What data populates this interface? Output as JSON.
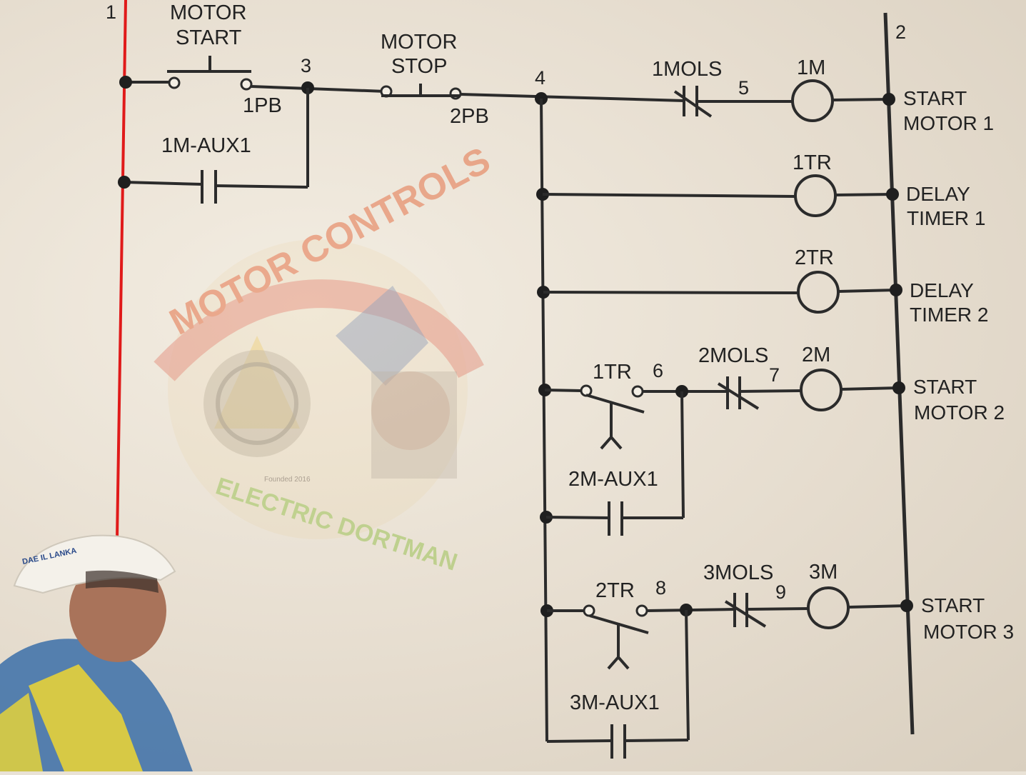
{
  "nodes": {
    "n1": "1",
    "n2": "2",
    "n3": "3",
    "n4": "4",
    "n5": "5",
    "n6": "6",
    "n7": "7",
    "n8": "8",
    "n9": "9"
  },
  "rung1": {
    "start_label_1": "MOTOR",
    "start_label_2": "START",
    "start_tag": "1PB",
    "stop_label_1": "MOTOR",
    "stop_label_2": "STOP",
    "stop_tag": "2PB",
    "ol_tag": "1MOLS",
    "coil_tag": "1M",
    "desc_1": "START",
    "desc_2": "MOTOR 1",
    "aux_tag": "1M-AUX1"
  },
  "rung2": {
    "coil_tag": "1TR",
    "desc_1": "DELAY",
    "desc_2": "TIMER 1"
  },
  "rung3": {
    "coil_tag": "2TR",
    "desc_1": "DELAY",
    "desc_2": "TIMER 2"
  },
  "rung4": {
    "timer_tag": "1TR",
    "ol_tag": "2MOLS",
    "coil_tag": "2M",
    "desc_1": "START",
    "desc_2": "MOTOR 2",
    "aux_tag": "2M-AUX1"
  },
  "rung5": {
    "timer_tag": "2TR",
    "ol_tag": "3MOLS",
    "coil_tag": "3M",
    "desc_1": "START",
    "desc_2": "MOTOR 3",
    "aux_tag": "3M-AUX1"
  },
  "watermark": {
    "arc_text": "MOTOR CONTROLS",
    "bottom_text": "ELECTRIC DORTMAN",
    "founded": "Founded 2016"
  },
  "colors": {
    "left_rail": "#e01a1a",
    "wire": "#2b2b2b",
    "paper": "#e9e2d6",
    "watermark_red": "#d9462e",
    "watermark_yellow": "#e8b830",
    "helmet": "#f4f1ea",
    "vest": "#e5d23a"
  },
  "icons": {
    "worker": "worker-with-hard-hat",
    "logo": "motor-controls-logo"
  }
}
